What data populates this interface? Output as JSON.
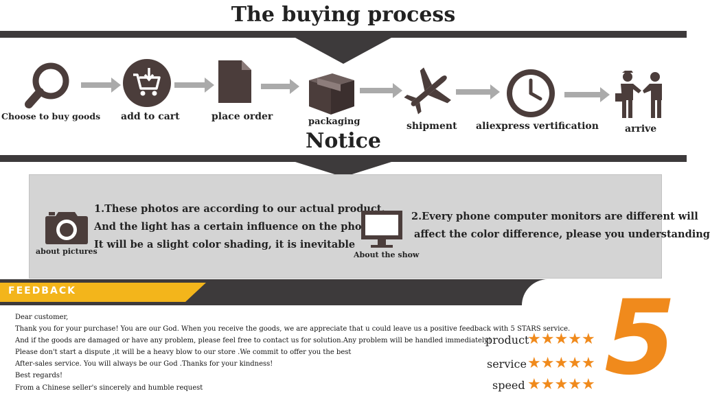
{
  "header": {
    "title": "The buying process"
  },
  "steps": [
    {
      "label": "Choose to buy goods",
      "icon": "search-icon"
    },
    {
      "label": "add to cart",
      "icon": "cart-icon"
    },
    {
      "label": "place order",
      "icon": "document-icon"
    },
    {
      "label": "packaging",
      "icon": "box-icon"
    },
    {
      "label": "shipment",
      "icon": "airplane-icon"
    },
    {
      "label": "aliexpress vertification",
      "icon": "clock-icon"
    },
    {
      "label": "arrive",
      "icon": "handshake-icon"
    }
  ],
  "notice": {
    "title": "Notice",
    "pictures": {
      "label": "about pictures",
      "lines": [
        "1.These photos are according to our actual product,",
        "And the light has a certain influence on the photo.",
        "It will be a slight color shading, it is inevitable"
      ]
    },
    "show": {
      "label": "About the show",
      "lines": [
        "2.Every phone computer monitors are different will",
        "affect the color difference, please you understanding"
      ]
    }
  },
  "feedback": {
    "banner": "FEEDBACK",
    "letter": [
      "Dear customer,",
      "Thank you for your purchase! You are our God. When you receive the goods, we are appreciate that u could leave us a positive feedback with 5 STARS service.",
      "And if the goods are damaged or have any problem,   please feel free to contact us for solution.Any problem will be handled immediately!",
      "Please don't start a dispute  ,it will be a heavy blow to our store .We commit  to offer you the best",
      "After-sales service. You will always be our God .Thanks for your kindness!",
      "Best regards!",
      "From a Chinese seller's sincerely and  humble request"
    ],
    "ratings": [
      {
        "label": "product",
        "stars": 5
      },
      {
        "label": "service",
        "stars": 5
      },
      {
        "label": "speed",
        "stars": 5
      }
    ],
    "big_number": "5"
  },
  "colors": {
    "dark": "#3d3a3b",
    "icon": "#4b3d3b",
    "accent": "#f08a1c",
    "banner_yellow": "#f3b51b"
  }
}
